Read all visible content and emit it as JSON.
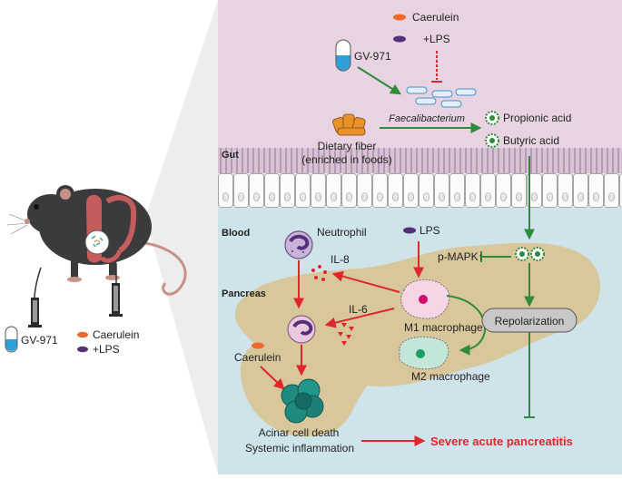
{
  "left_panel": {
    "drug_label": "GV-971",
    "insult_line1": "Caerulein",
    "insult_line2": "+LPS"
  },
  "gut": {
    "section_label": "Gut",
    "top_insult_line1": "Caerulein",
    "top_insult_line2": "+LPS",
    "drug_label": "GV-971",
    "bacteria_label": "Faecalibacterium",
    "fiber_line1": "Dietary fiber",
    "fiber_line2": "(enriched in foods)",
    "scfa1": "Propionic acid",
    "scfa2": "Butyric acid"
  },
  "blood": {
    "section_label": "Blood",
    "neutrophil_label": "Neutrophil",
    "lps_label": "LPS",
    "il8_label": "IL-8",
    "pmapk_label": "p-MAPK↑"
  },
  "pancreas": {
    "section_label": "Pancreas",
    "il6_label": "IL-6",
    "m1_label": "M1 macrophage",
    "m2_label": "M2 macrophage",
    "repolarization_label": "Repolarization",
    "caerulein_label": "Caerulein",
    "acinar_label": "Acinar cell death",
    "systemic_label": "Systemic inflammation",
    "outcome_label": "Severe acute pancreatitis"
  },
  "colors": {
    "gut_bg": "#e8d3e3",
    "blood_bg": "#cfe3ea",
    "pancreas": "#d8c79a",
    "activate_green": "#2e8b3a",
    "inflam_red": "#e0262b",
    "caerulein_orange": "#ee6a2c",
    "lps_purple": "#55307a",
    "drug_blue": "#2f9fd8",
    "outcome_red": "#e0262b"
  }
}
